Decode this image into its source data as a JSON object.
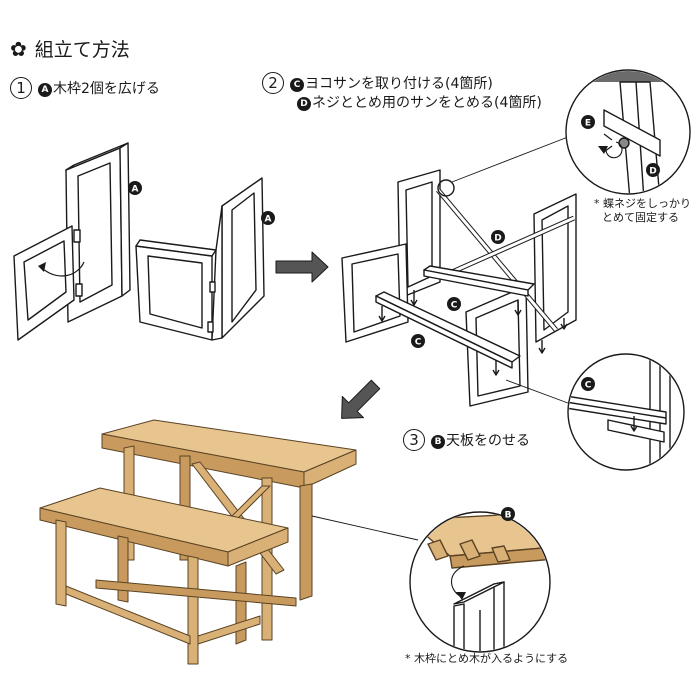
{
  "title": {
    "icon": "flower-icon",
    "text": "組立て方法"
  },
  "step1": {
    "num": "1",
    "badge": "A",
    "text": "木枠2個を広げる"
  },
  "step2": {
    "num": "2",
    "line1": {
      "badge": "C",
      "text": "ヨコサンを取り付ける(4箇所)"
    },
    "line2": {
      "badge": "D",
      "text": "ネジととめ用のサンをとめる(4箇所)"
    }
  },
  "step3": {
    "num": "3",
    "badge": "B",
    "text": "天板をのせる"
  },
  "labels": {
    "A": "A",
    "B": "B",
    "C": "C",
    "D": "D",
    "E": "E"
  },
  "notes": {
    "butterfly": "* 蝶ネジをしっかり\nとめて固定する",
    "butterfly_line1": "* 蝶ネジをしっかり",
    "butterfly_line2": "とめて固定する",
    "bottom": "* 木枠にとめ木が入るようにする"
  },
  "colors": {
    "wood_top": "#e8c58f",
    "wood_side": "#c89a5e",
    "wood_edge": "#d9b176",
    "line": "#1a1a1a"
  }
}
